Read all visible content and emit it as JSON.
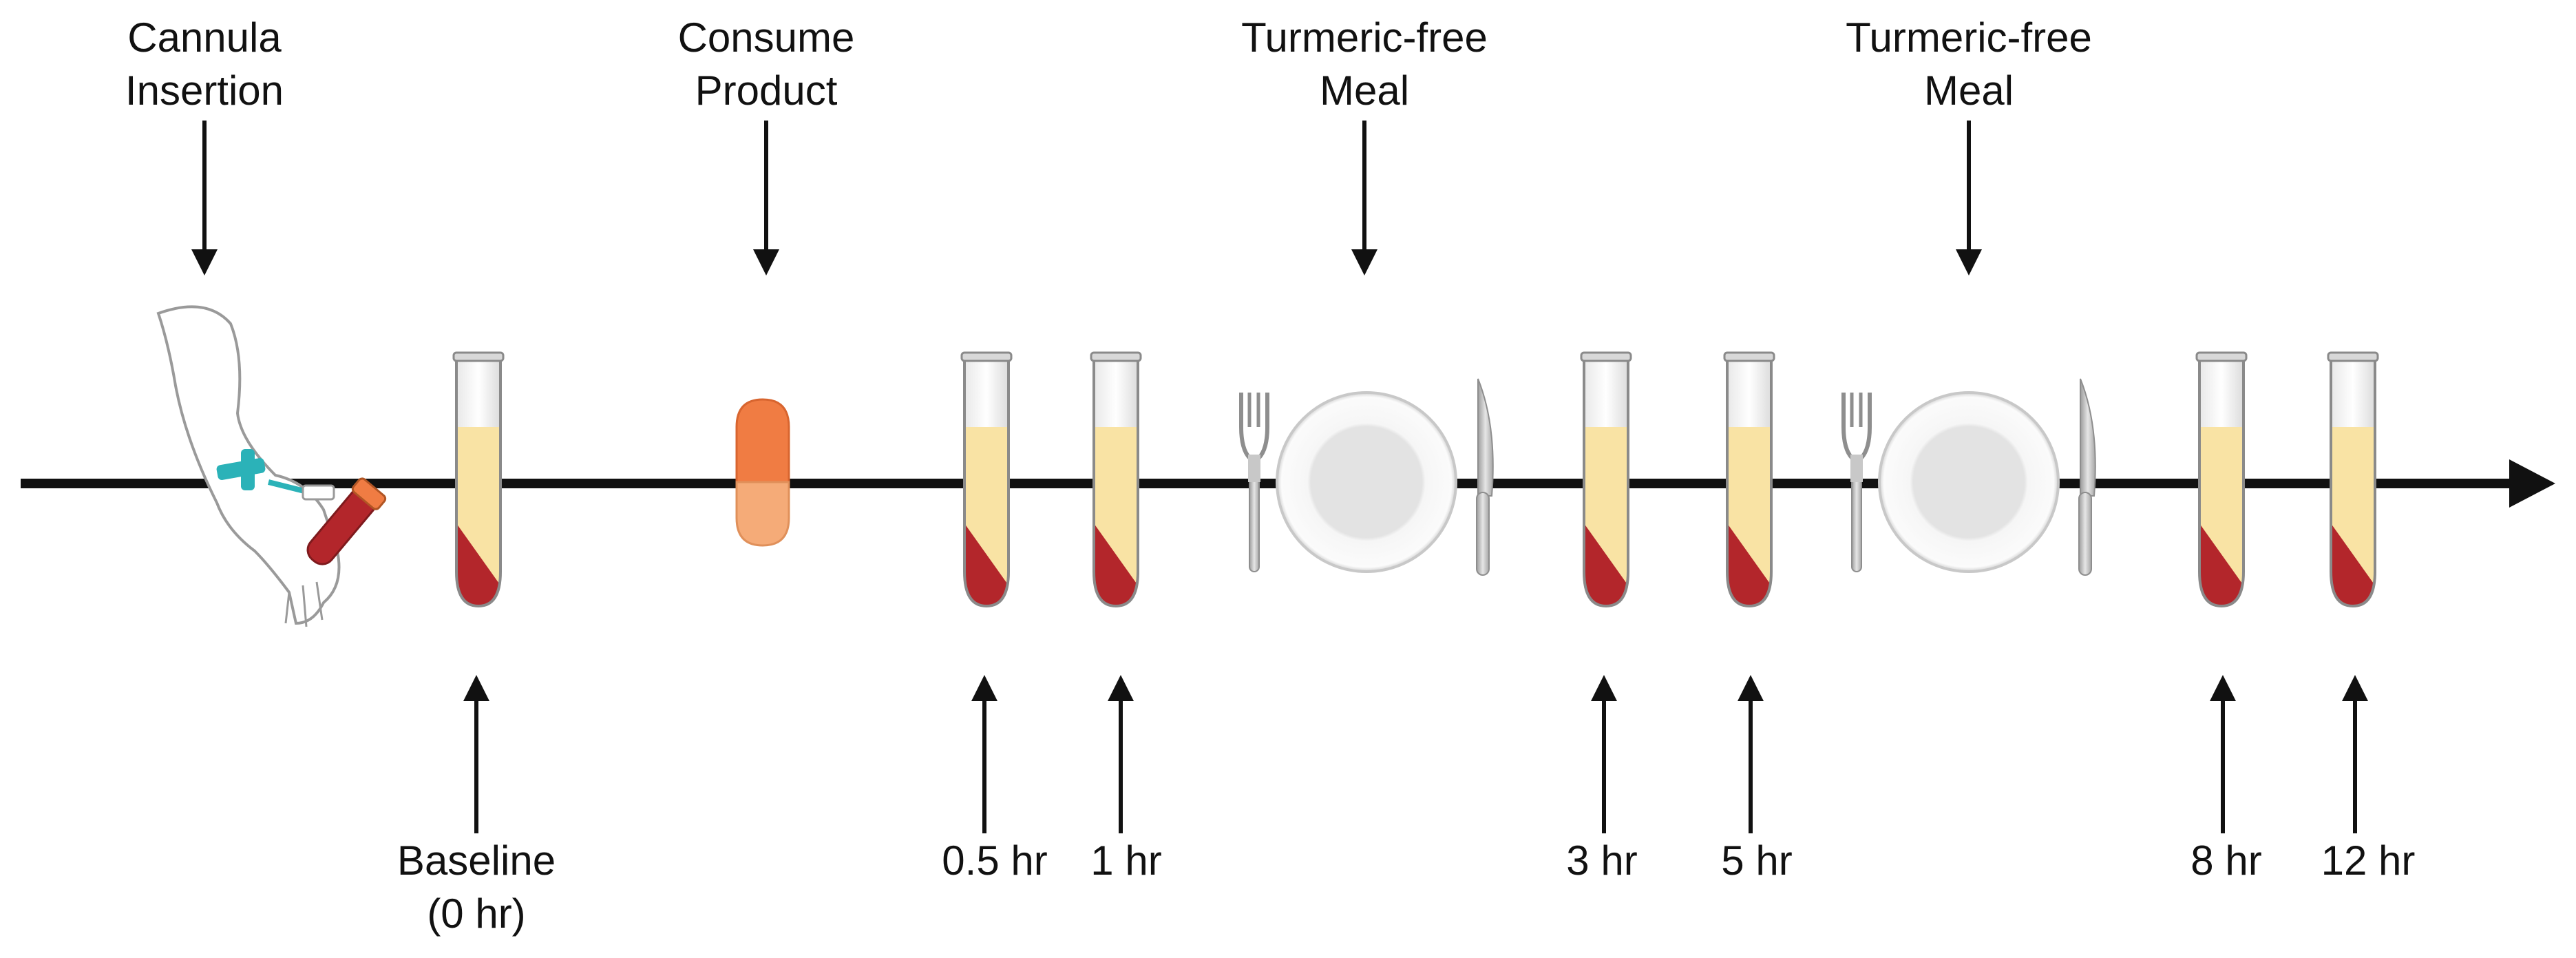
{
  "top_events": [
    {
      "id": "cannula",
      "lines": [
        "Cannula",
        "Insertion"
      ]
    },
    {
      "id": "consume",
      "lines": [
        "Consume",
        "Product"
      ]
    },
    {
      "id": "meal1",
      "lines": [
        "Turmeric-free",
        "Meal"
      ]
    },
    {
      "id": "meal2",
      "lines": [
        "Turmeric-free",
        "Meal"
      ]
    }
  ],
  "sample_labels": [
    {
      "id": "baseline",
      "lines": [
        "Baseline",
        "(0 hr)"
      ]
    },
    {
      "id": "t05",
      "lines": [
        "0.5 hr"
      ]
    },
    {
      "id": "t1",
      "lines": [
        "1 hr"
      ]
    },
    {
      "id": "t3",
      "lines": [
        "3 hr"
      ]
    },
    {
      "id": "t5",
      "lines": [
        "5 hr"
      ]
    },
    {
      "id": "t8",
      "lines": [
        "8 hr"
      ]
    },
    {
      "id": "t12",
      "lines": [
        "12 hr"
      ]
    }
  ],
  "colors": {
    "timeline": "#111111",
    "blood": "#b3262b",
    "plasma": "#f9e3a4",
    "capsule_top": "#f07c43",
    "capsule_bottom": "#f5ab78",
    "plate": "#e4e4e4",
    "cannula": "#2bb2b8"
  }
}
